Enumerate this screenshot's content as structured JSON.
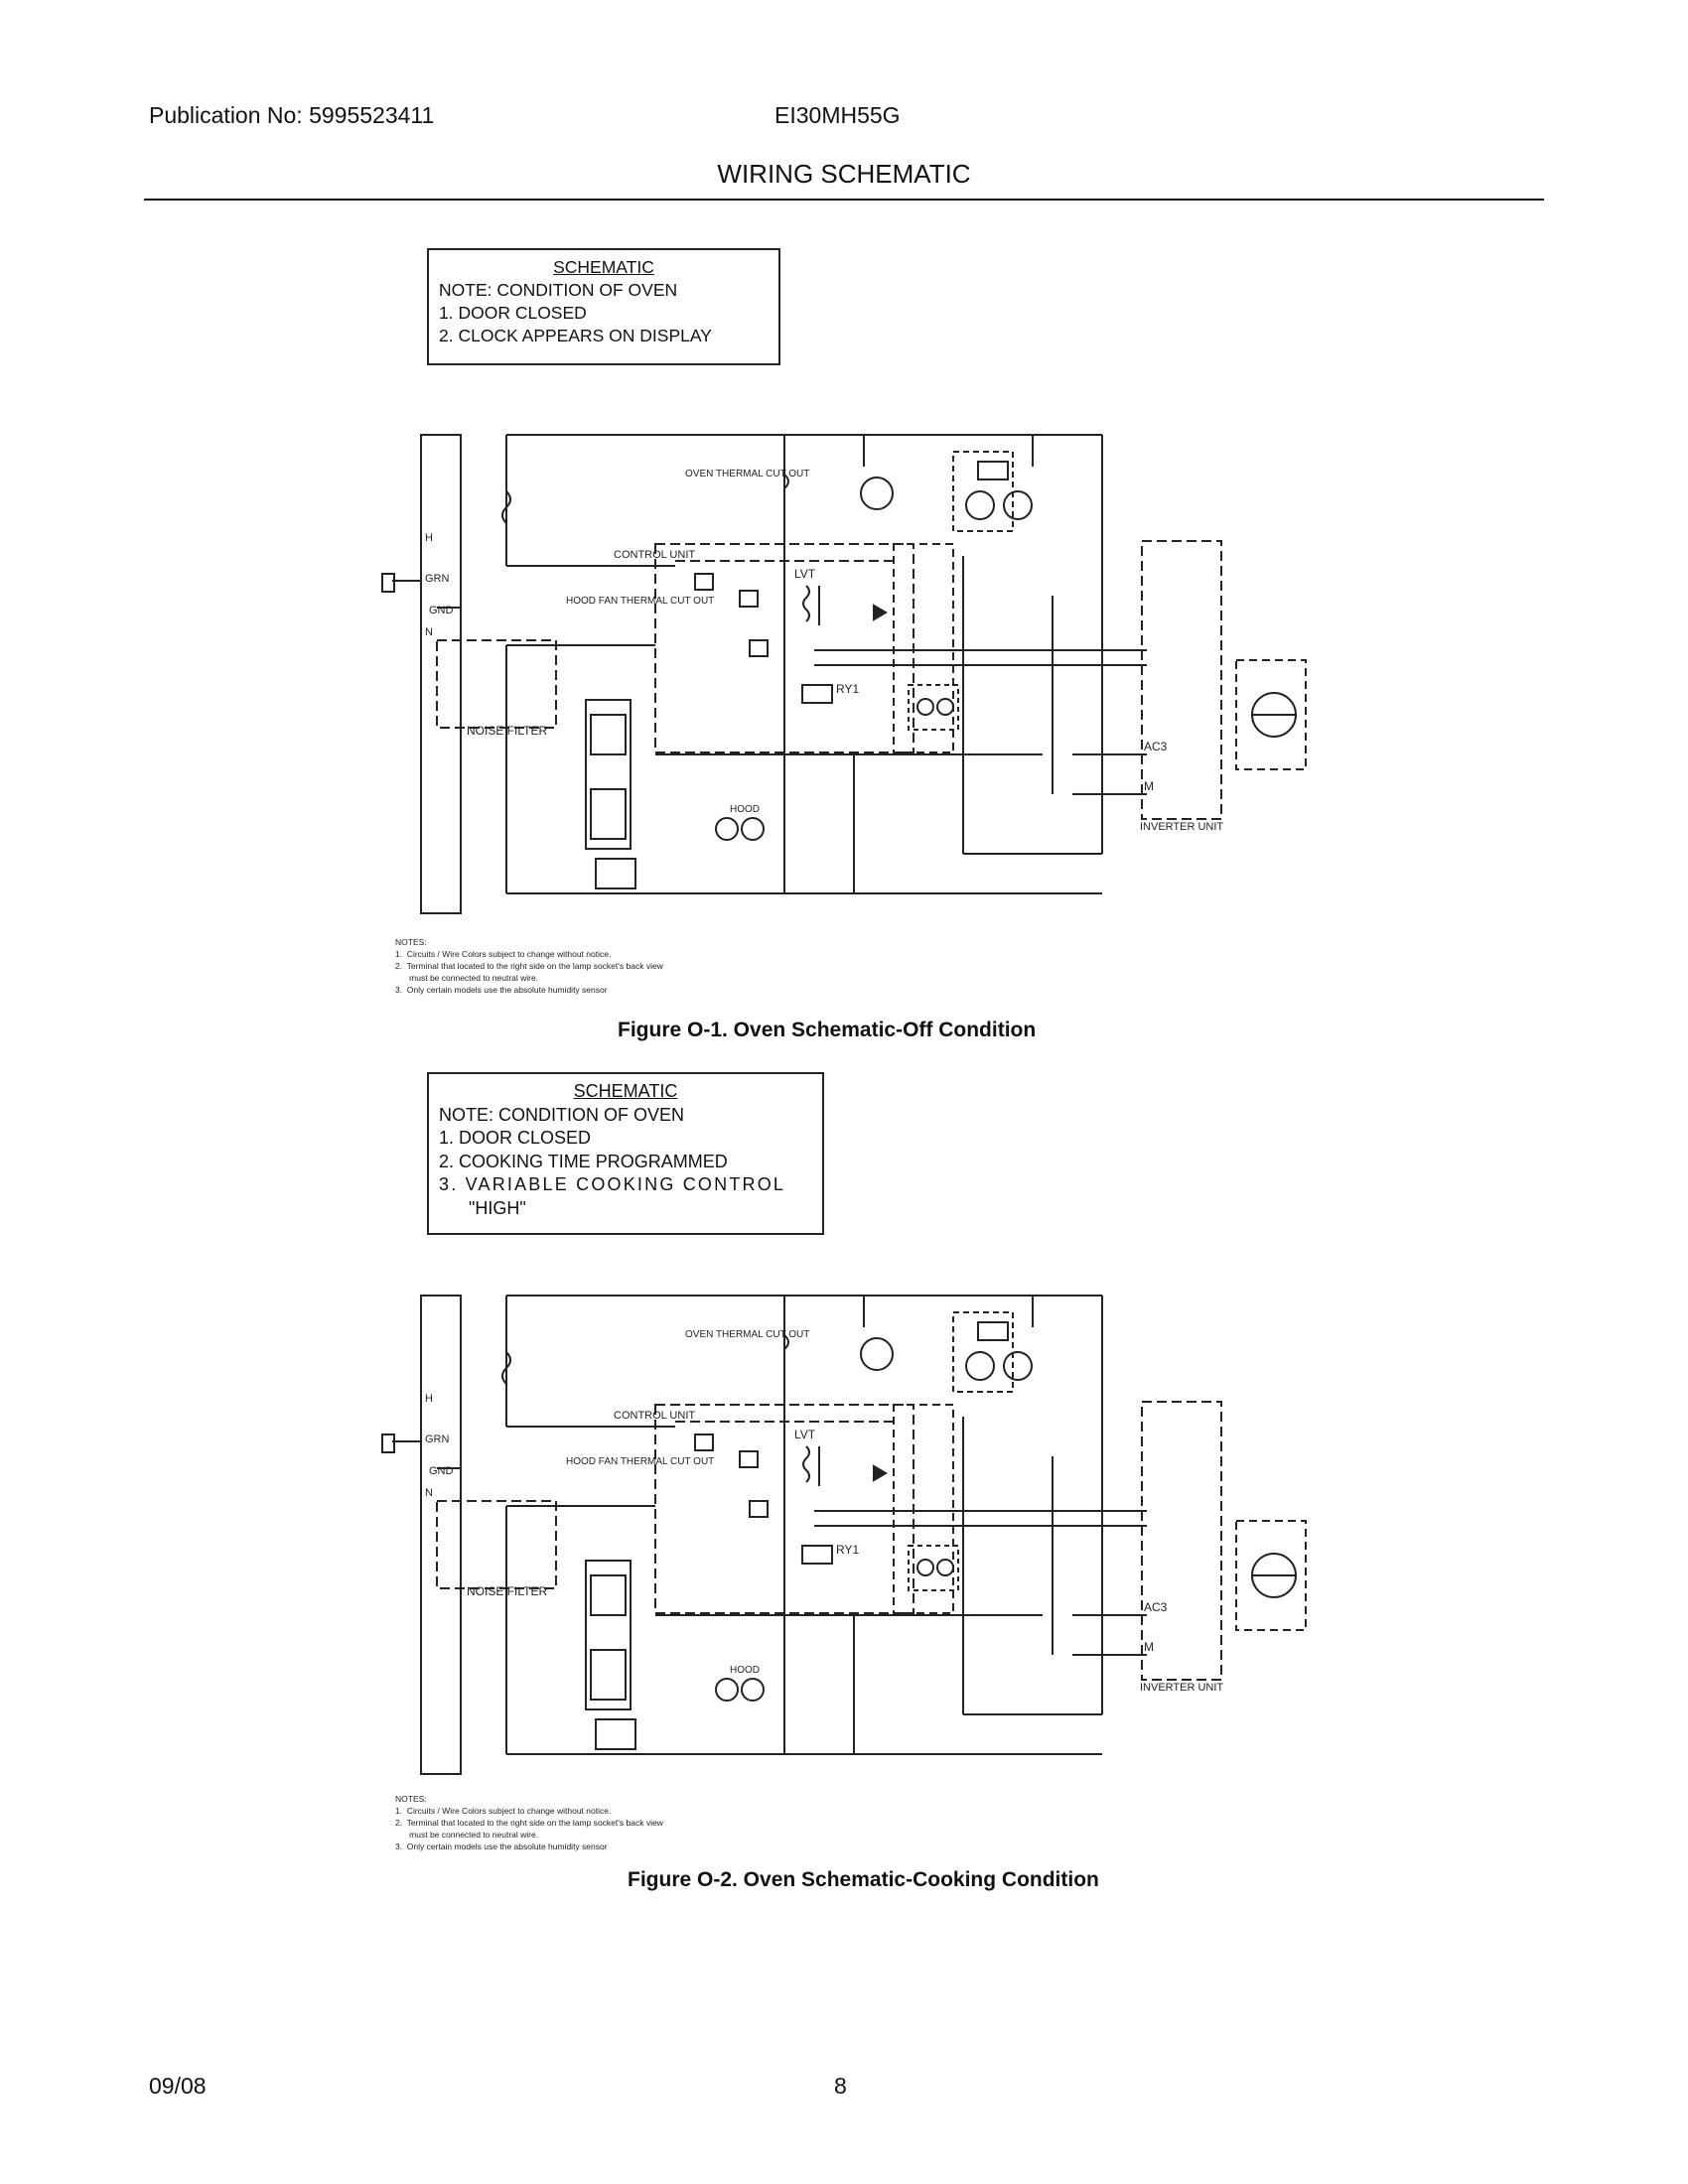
{
  "header": {
    "publication": "Publication No: 5995523411",
    "model": "EI30MH55G",
    "title": "WIRING SCHEMATIC"
  },
  "figure1": {
    "box": {
      "heading": "SCHEMATIC",
      "note": "NOTE: CONDITION OF OVEN",
      "items": [
        "1.   DOOR CLOSED",
        "2.   CLOCK APPEARS ON DISPLAY"
      ]
    },
    "labels": {
      "control_unit": "CONTROL UNIT",
      "oven_thermal_cut_out": "OVEN THERMAL CUT OUT",
      "hood_fan_thermal_cut_out": "HOOD FAN THERMAL CUT OUT",
      "noise_filter": "NOISE FILTER",
      "lvt": "LVT",
      "ry1": "RY1",
      "ac3": "AC3",
      "m": "M",
      "inverter_unit": "INVERTER UNIT",
      "grn": "GRN",
      "gnd": "GND",
      "h": "H",
      "n": "N",
      "hood": "HOOD"
    },
    "notes": [
      "NOTES:",
      "1.  Circuits / Wire Colors subject to change without notice.",
      "2.  Terminal that located to the right side on the lamp socket's back view",
      "      must be connected to neutral wire.",
      "3.  Only certain models use the absolute humidity sensor"
    ],
    "caption": "Figure O-1. Oven Schematic-Off Condition"
  },
  "figure2": {
    "box": {
      "heading": "SCHEMATIC",
      "note": "NOTE: CONDITION OF OVEN",
      "items": [
        "1.   DOOR CLOSED",
        "2.   COOKING TIME PROGRAMMED",
        "3.   VARIABLE  COOKING  CONTROL",
        "      \"HIGH\""
      ]
    },
    "labels": {
      "control_unit": "CONTROL UNIT",
      "oven_thermal_cut_out": "OVEN THERMAL CUT OUT",
      "hood_fan_thermal_cut_out": "HOOD FAN THERMAL CUT OUT",
      "noise_filter": "NOISE FILTER",
      "lvt": "LVT",
      "ry1": "RY1",
      "ac3": "AC3",
      "m": "M",
      "inverter_unit": "INVERTER UNIT",
      "grn": "GRN",
      "gnd": "GND",
      "h": "H",
      "n": "N",
      "hood": "HOOD"
    },
    "notes": [
      "NOTES:",
      "1.  Circuits / Wire Colors subject to change without notice.",
      "2.  Terminal that located to the right side on the lamp socket's back view",
      "      must be connected to neutral wire.",
      "3.  Only certain models use the absolute humidity sensor"
    ],
    "caption": "Figure O-2. Oven Schematic-Cooking Condition"
  },
  "footer": {
    "date": "09/08",
    "page": "8"
  }
}
